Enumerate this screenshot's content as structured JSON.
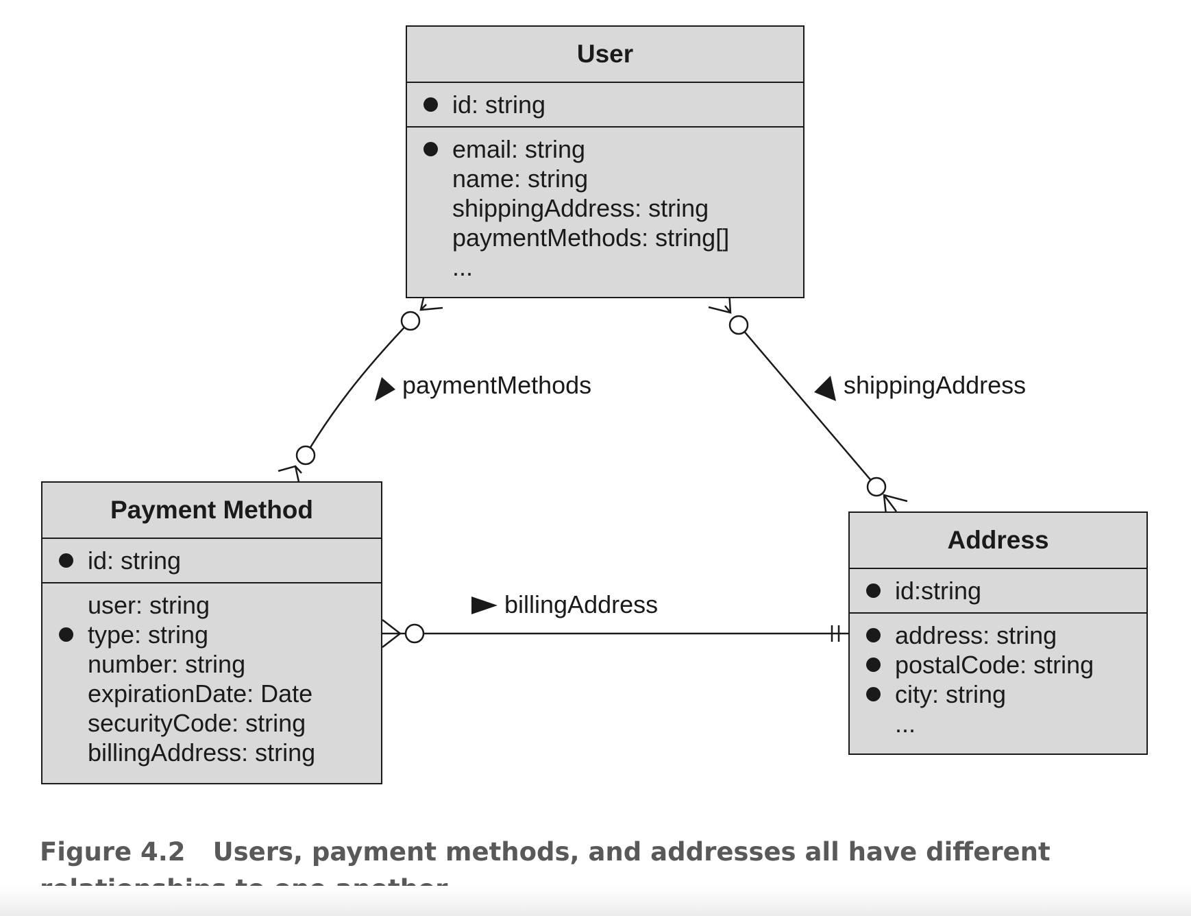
{
  "entities": {
    "user": {
      "title": "User",
      "key_attrs": [
        {
          "text": "id: string",
          "key": true
        }
      ],
      "attrs": [
        {
          "text": "email: string",
          "key": true
        },
        {
          "text": "name: string",
          "key": false
        },
        {
          "text": "shippingAddress: string",
          "key": false
        },
        {
          "text": "paymentMethods: string[]",
          "key": false
        },
        {
          "text": "...",
          "key": false
        }
      ]
    },
    "payment_method": {
      "title": "Payment Method",
      "key_attrs": [
        {
          "text": "id: string",
          "key": true
        }
      ],
      "attrs": [
        {
          "text": "user: string",
          "key": false
        },
        {
          "text": "type: string",
          "key": true
        },
        {
          "text": "number: string",
          "key": false
        },
        {
          "text": "expirationDate: Date",
          "key": false
        },
        {
          "text": "securityCode: string",
          "key": false
        },
        {
          "text": "billingAddress: string",
          "key": false
        }
      ]
    },
    "address": {
      "title": "Address",
      "key_attrs": [
        {
          "text": "id:string",
          "key": true
        }
      ],
      "attrs": [
        {
          "text": "address: string",
          "key": true
        },
        {
          "text": "postalCode: string",
          "key": true
        },
        {
          "text": "city: string",
          "key": true
        },
        {
          "text": "...",
          "key": false
        }
      ]
    }
  },
  "relationships": {
    "payment_methods": {
      "label": "paymentMethods",
      "from": "User",
      "to": "Payment Method",
      "from_cardinality": "zero-or-many",
      "to_cardinality": "zero-or-many"
    },
    "shipping_address": {
      "label": "shippingAddress",
      "from": "User",
      "to": "Address",
      "from_cardinality": "zero-or-many",
      "to_cardinality": "zero-or-many"
    },
    "billing_address": {
      "label": "billingAddress",
      "from": "Payment Method",
      "to": "Address",
      "from_cardinality": "zero-or-many",
      "to_cardinality": "exactly-one"
    }
  },
  "caption": {
    "number": "Figure 4.2",
    "text": "Users, payment methods, and addresses all have different relationships to one another."
  },
  "colors": {
    "box_fill": "#d9d9d9",
    "line": "#1a1a1a",
    "caption": "#595959"
  }
}
